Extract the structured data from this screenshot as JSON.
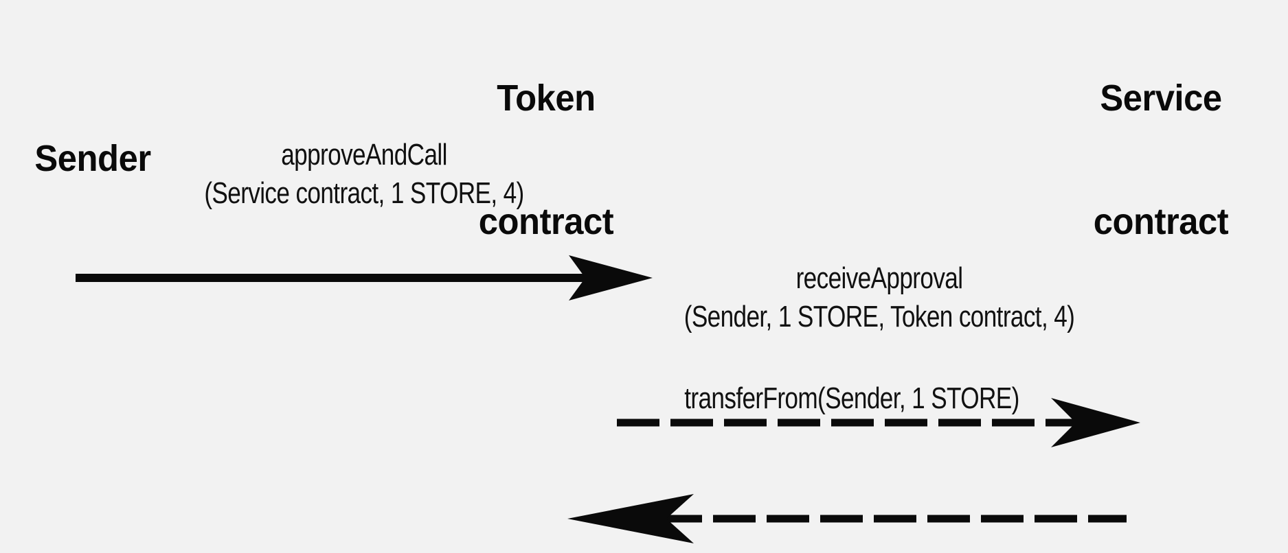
{
  "diagram": {
    "type": "sequence-diagram",
    "background_color": "#f2f2f2",
    "stroke_color": "#0a0a0a",
    "participants": [
      {
        "id": "sender",
        "label_line1": "Sender",
        "label_line2": ""
      },
      {
        "id": "token",
        "label_line1": "Token",
        "label_line2": "contract"
      },
      {
        "id": "service",
        "label_line1": "Service",
        "label_line2": "contract"
      }
    ],
    "messages": [
      {
        "id": "approve-and-call",
        "from": "sender",
        "to": "token",
        "direction": "right",
        "line_style": "solid",
        "label_line1": "approveAndCall",
        "label_line2": "(Service contract, 1 STORE, 4)"
      },
      {
        "id": "receive-approval",
        "from": "token",
        "to": "service",
        "direction": "right",
        "line_style": "dashed",
        "label_line1": "receiveApproval",
        "label_line2": "(Sender, 1 STORE, Token contract, 4)"
      },
      {
        "id": "transfer-from",
        "from": "service",
        "to": "token",
        "direction": "left",
        "line_style": "dashed",
        "label_line1": "transferFrom(Sender, 1 STORE)",
        "label_line2": ""
      }
    ]
  }
}
